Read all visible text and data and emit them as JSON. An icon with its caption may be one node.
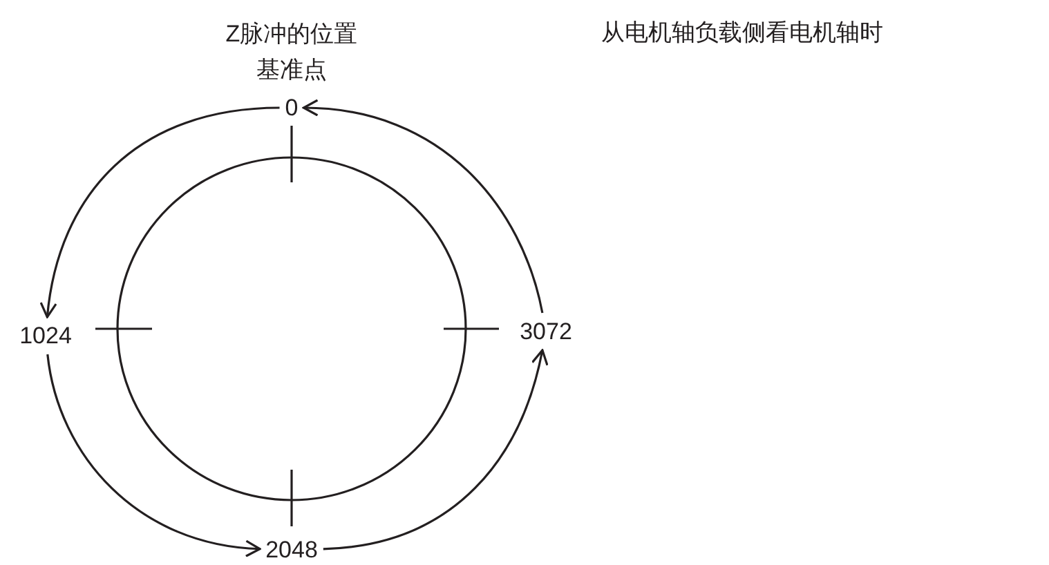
{
  "diagram": {
    "nodes": [
      {
        "text": [
          "0"
        ],
        "beside": [
          "Z脉冲的位置基准点"
        ]
      },
      {
        "text": [
          "1024"
        ]
      },
      {
        "text": [
          "2048"
        ]
      },
      {
        "text": [
          "3072"
        ]
      }
    ],
    "edges": [
      {
        "from": 0,
        "to": 1,
        "arrow": "to"
      },
      {
        "from": 1,
        "to": 2,
        "arrow": "to"
      },
      {
        "from": 2,
        "to": 3,
        "arrow": "to"
      },
      {
        "from": 3,
        "to": 0,
        "arrow": "to"
      }
    ],
    "labels": [
      "从电机轴负载侧看电机轴时"
    ]
  }
}
